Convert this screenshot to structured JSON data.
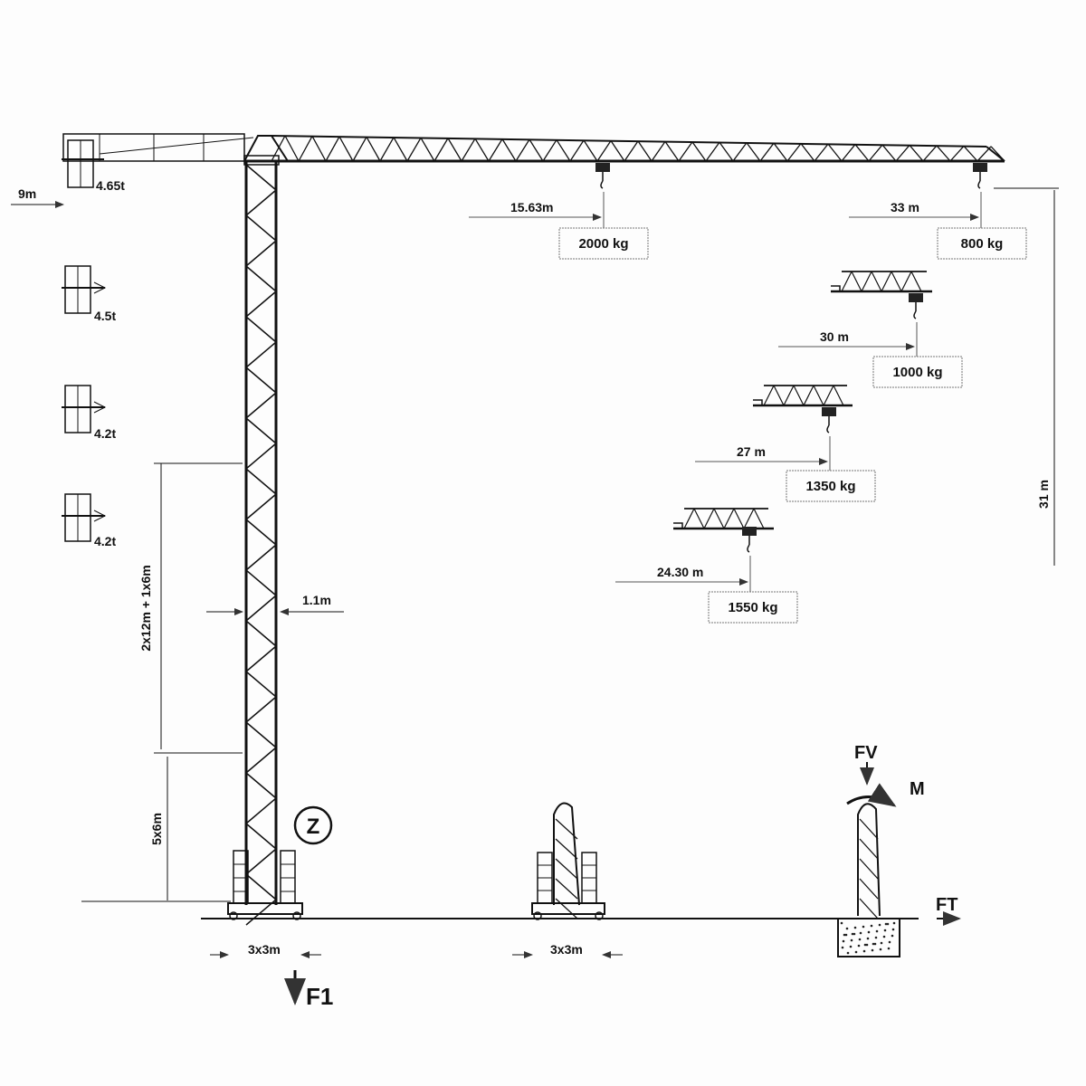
{
  "counterweights": [
    {
      "label": "4.65t"
    },
    {
      "label": "4.5t"
    },
    {
      "label": "4.2t"
    },
    {
      "label": "4.2t"
    }
  ],
  "counterjib": {
    "length": "9m"
  },
  "jib_configs": [
    {
      "radius": "15.63m",
      "load": "2000 kg"
    },
    {
      "radius": "33 m",
      "load": "800 kg"
    },
    {
      "radius": "30 m",
      "load": "1000 kg"
    },
    {
      "radius": "27 m",
      "load": "1350 kg"
    },
    {
      "radius": "24.30 m",
      "load": "1550 kg"
    }
  ],
  "mast": {
    "upper_sections": "2x12m + 1x6m",
    "lower_sections": "5x6m",
    "width": "1.1m",
    "hook_height": "31 m"
  },
  "bases": [
    {
      "size": "3x3m"
    },
    {
      "size": "3x3m"
    }
  ],
  "forces": {
    "base_force": "F1",
    "zone_marker": "Z",
    "vertical": "FV",
    "moment": "M",
    "horizontal": "FT"
  }
}
